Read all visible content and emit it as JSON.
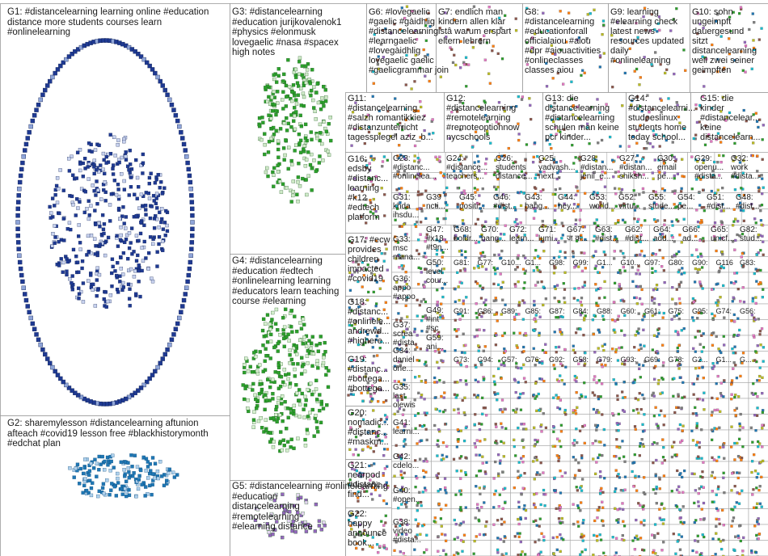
{
  "groups": [
    {
      "id": "G1",
      "text": "G1: #distancelearning learning online #education\ndistance more students courses learn\n#onlinelearning"
    },
    {
      "id": "G2",
      "text": "G2: sharemylesson #distancelearning aftunion\nafteach #covid19 lesson free #blackhistorymonth\n#edchat plan"
    },
    {
      "id": "G3",
      "text": "G3: #distancelearning\n#education jurijkovalenok1\n#physics #elonmusk\nlovegaelic #nasa #spacex\nhigh notes"
    },
    {
      "id": "G4",
      "text": "G4: #distancelearning\n#education #edtech\n#onlinelearning learning\n#educators learn teaching\ncourse #elearning"
    },
    {
      "id": "G5",
      "text": "G5: #distancelearning #onlinelearning\n#education\ndistancelearning\n#remotelearning\n#elearning distance"
    },
    {
      "id": "G6",
      "text": "G6: #lovegaelic\n#gaelic #gàidhlig\n#distancelearning\n#learngaelic\n#lovegàidhlig\nlovegaelic gaelic\n#gaelicgrammar join"
    },
    {
      "id": "G7",
      "text": "G7: endlich man\nkindern allen klar\nistâ warum erspart\neltern lehrern"
    },
    {
      "id": "G8",
      "text": "G8:\n#distancelearning\n#educationforall\nofficialaiou #aiou\n#dpr #aiouactivities\n#onlineclasses\nclasses aiou"
    },
    {
      "id": "G9",
      "text": "G9: learning\n#elearning check\nlatest news\nresources updated\ndaily\n#onlinelearning"
    },
    {
      "id": "G10",
      "text": "G10: sohn\nungeimpft\ndauergesund\nsitzt\ndistancelearning\nweil zwei seiner\ngeimpften"
    },
    {
      "id": "G11",
      "text": "G11:\n#distancelearning\n#salzh romantikkiez\n#distanzunterricht\ntagesspiegel aziz_b..."
    },
    {
      "id": "G12",
      "text": "G12:\n#distancelearning\n#remotelearning\n#remoteoptionnow\nnycschools"
    },
    {
      "id": "G13",
      "text": "G13: die\ndistancelearning\n#distancelearning\nschulen man keine\npcr kinder..."
    },
    {
      "id": "G14",
      "text": "G14:\n#distancelearni...\nstudoeslinux\nstudents home\ntoday school..."
    },
    {
      "id": "G15",
      "text": "G15: die\nkinder\n#distancelear...\nkeine\ndistancelearn..."
    },
    {
      "id": "G16",
      "text": "G16:\nedsby\n#distanc...\nlearning\n#k12\n#edtech\nplatform"
    },
    {
      "id": "G17",
      "text": "G17: #ecw\nprovides\nchildren\nimpacted\n#covid19"
    },
    {
      "id": "G18",
      "text": "G18:\n#distanc...\n#onlinele...\nandrewd...\n#highere..."
    },
    {
      "id": "G19",
      "text": "G19:\n#distanc...\n#bottega...\n#bottega..."
    },
    {
      "id": "G20",
      "text": "G20:\nnomadic...\n#distanc...\n#maskm..."
    },
    {
      "id": "G21",
      "text": "G21:\nnearpod\n#distanc...\nfind..."
    },
    {
      "id": "G22",
      "text": "G22:\nhappy\nannounce\nbook..."
    },
    {
      "id": "G23",
      "text": "G23:\n#distanc...\n#onlinelea..."
    },
    {
      "id": "G24",
      "text": "G24:\n#distance...\nteachers..."
    },
    {
      "id": "G26",
      "text": "G26:\nstudents\ndistance..."
    },
    {
      "id": "G25",
      "text": "G25:\nyadvash...\nnext..."
    },
    {
      "id": "G28",
      "text": "G28:\n#distan...\njenii_e..."
    },
    {
      "id": "G27",
      "text": "G27:\n#distan...\nshiksh..."
    },
    {
      "id": "G30",
      "text": "G30:\nemail\npe..."
    },
    {
      "id": "G29",
      "text": "G29:\nopenu...\n#dista..."
    },
    {
      "id": "G32",
      "text": "G32:\nwork\n#dista..."
    },
    {
      "id": "G31",
      "text": "G31:\nkhda\nihsdu..."
    },
    {
      "id": "G39",
      "text": "G39\nncti..."
    },
    {
      "id": "G45",
      "text": "G45:\npositi..."
    },
    {
      "id": "G46",
      "text": "G46:\n#dist..."
    },
    {
      "id": "G43",
      "text": "G43:\nbang..."
    },
    {
      "id": "G44",
      "text": "G44:\nhey..."
    },
    {
      "id": "G53",
      "text": "G53:\nworld..."
    },
    {
      "id": "G52",
      "text": "G52:\nvirtu..."
    },
    {
      "id": "G55",
      "text": "G55:\nstude..."
    },
    {
      "id": "G54",
      "text": "G54:\npe..."
    },
    {
      "id": "G51",
      "text": "G51:\n#dist..."
    },
    {
      "id": "G48",
      "text": "G48:\n#dist..."
    },
    {
      "id": "G33",
      "text": "G33:\nmsc\nmana..."
    },
    {
      "id": "G47",
      "text": "G47:\n#x18\n#t9n..."
    },
    {
      "id": "G68",
      "text": "G68:\nboldr..."
    },
    {
      "id": "G70",
      "text": "G70:\nbang..."
    },
    {
      "id": "G72",
      "text": "G72:\nlearn..."
    },
    {
      "id": "G71",
      "text": "G71:\nlumi..."
    },
    {
      "id": "G67",
      "text": "G67:\nज क..."
    },
    {
      "id": "G63",
      "text": "G63:\n#dist..."
    },
    {
      "id": "G62",
      "text": "G62:\n#dist..."
    },
    {
      "id": "G64",
      "text": "G64:\nadd..."
    },
    {
      "id": "G66",
      "text": "G66:\nad..."
    },
    {
      "id": "G65",
      "text": "G65:\nunicf..."
    },
    {
      "id": "G82",
      "text": "G82:\nstud..."
    },
    {
      "id": "G36",
      "text": "G36:\nappo\n#appo"
    },
    {
      "id": "G50",
      "text": "G50:\nlevel\ncour..."
    },
    {
      "id": "G49",
      "text": "G49:\n#int\n#sc"
    },
    {
      "id": "G37",
      "text": "G37:\nscrea\n#dista"
    },
    {
      "id": "G59",
      "text": "G59:\nani..."
    },
    {
      "id": "G34",
      "text": "G34:\ndaniel\none..."
    },
    {
      "id": "G35",
      "text": "G35:\nlast\nolewis"
    },
    {
      "id": "G41",
      "text": "G41:\nlearni..."
    },
    {
      "id": "G42",
      "text": "G42:\ncdelo..."
    },
    {
      "id": "G40",
      "text": "G40:\n#open..."
    },
    {
      "id": "G38",
      "text": "G38:\nvideo\n#dista..."
    }
  ],
  "small_labels": [
    "G81:",
    "G77:",
    "G10...",
    "G1...",
    "G98:",
    "G99:",
    "G1...",
    "G10...",
    "G97:",
    "G80:",
    "G90:",
    "G116",
    "G83:",
    "G91:",
    "G86:",
    "G89:",
    "G85:",
    "G87:",
    "G84:",
    "G88:",
    "G60:",
    "G61:",
    "G75:",
    "G95:",
    "G74:",
    "G56:",
    "G73:",
    "G94:",
    "G57:",
    "G76:",
    "G92:",
    "G58:",
    "G79:",
    "G93:",
    "G69:",
    "G78:",
    "G2...",
    "G1...",
    "G..."
  ],
  "colors": {
    "edge": "#7a7a7a",
    "edge_red": "#d62728",
    "G1": "#1f3a93",
    "G2": "#1f77b4",
    "G3": "#2ca02c",
    "G4": "#2ca02c",
    "G5": "#9467bd",
    "G6": "#8c564b",
    "G7": "#7f7f7f",
    "G8": "#17becf"
  }
}
